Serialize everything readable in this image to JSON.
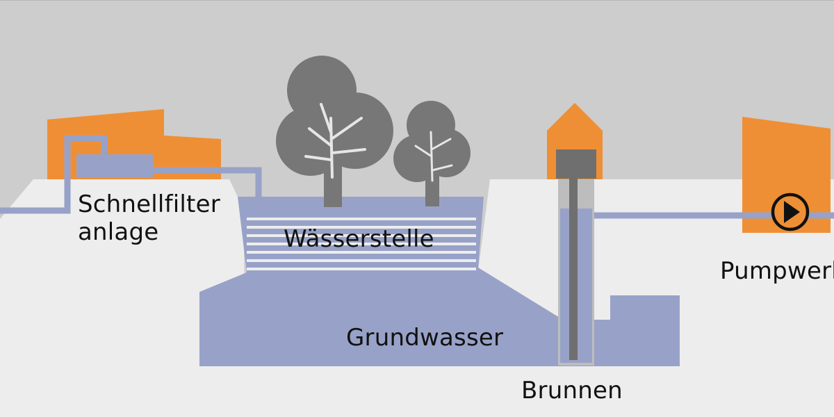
{
  "labels": {
    "schnellfilter_line1": "Schnellfilter",
    "schnellfilter_line2": "anlage",
    "waesserstelle": "Wässerstelle",
    "grundwasser": "Grundwasser",
    "brunnen": "Brunnen",
    "pumpwerk": "Pumpwerk"
  },
  "icons": {
    "pump": "pump-icon",
    "trees": "tree-icon"
  },
  "colors": {
    "sky": "#cdcdcd",
    "ground": "#ededed",
    "water": "#98a2c8",
    "building": "#ef8f35",
    "tree": "#777777",
    "well_casing": "#bdbdbd",
    "well_shaft": "#6f6f6f"
  }
}
